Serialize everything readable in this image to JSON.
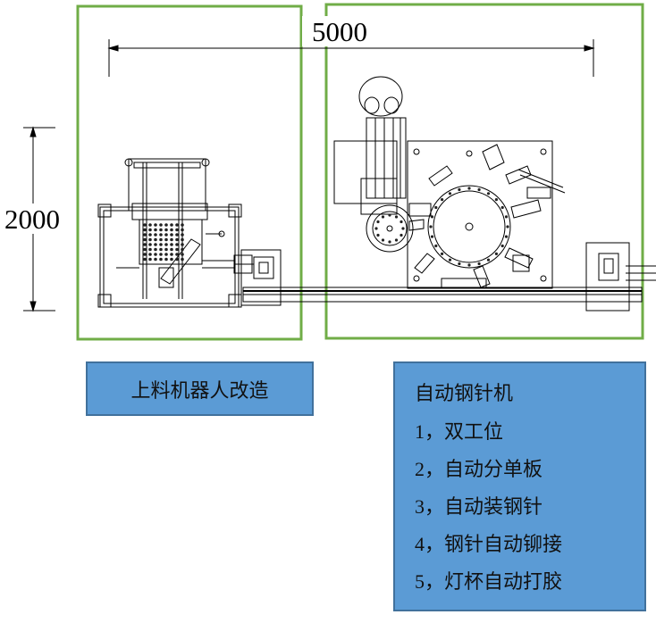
{
  "dimensions": {
    "width_label": "5000",
    "height_label": "2000"
  },
  "left_box": {
    "text": "上料机器人改造"
  },
  "right_box": {
    "title": "自动钢针机",
    "items": [
      {
        "num": "1，",
        "text": "双工位"
      },
      {
        "num": "2，",
        "text": "自动分单板"
      },
      {
        "num": "3，",
        "text": "自动装钢针"
      },
      {
        "num": "4，",
        "text": "钢针自动铆接"
      },
      {
        "num": "5，",
        "text": "灯杯自动打胶"
      }
    ]
  },
  "colors": {
    "frame_green": "#70ad47",
    "label_box_fill": "#5b9bd5",
    "label_box_border": "#41719c",
    "line": "#000000"
  }
}
